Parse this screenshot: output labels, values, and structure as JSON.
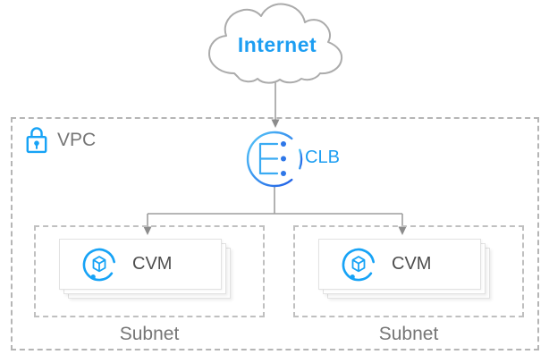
{
  "diagram": {
    "internet": {
      "label": "Internet"
    },
    "vpc": {
      "label": "VPC"
    },
    "clb": {
      "label": "CLB"
    },
    "subnets": [
      {
        "label": "Subnet",
        "cvm": {
          "label": "CVM"
        }
      },
      {
        "label": "Subnet",
        "cvm": {
          "label": "CVM"
        }
      }
    ],
    "icons": {
      "internet": "cloud-icon",
      "vpc": "lock-icon",
      "clb": "load-balancer-icon",
      "cvm": "server-cube-icon"
    },
    "colors": {
      "accent_blue": "#1d9ef2",
      "icon_blue": "#17a3f6",
      "clb_grad_start": "#55c8f8",
      "clb_grad_end": "#2160e6",
      "line_gray": "#9e9e9e",
      "arrowhead_gray": "#8c8c8c",
      "cloud_gray": "#ababab",
      "vpc_border_gray": "#b5b5b5",
      "subnet_border_gray": "#c0c0c0",
      "label_gray": "#767676",
      "cvm_text_gray": "#4e4e4e",
      "card_border": "#e2e2e2"
    }
  }
}
